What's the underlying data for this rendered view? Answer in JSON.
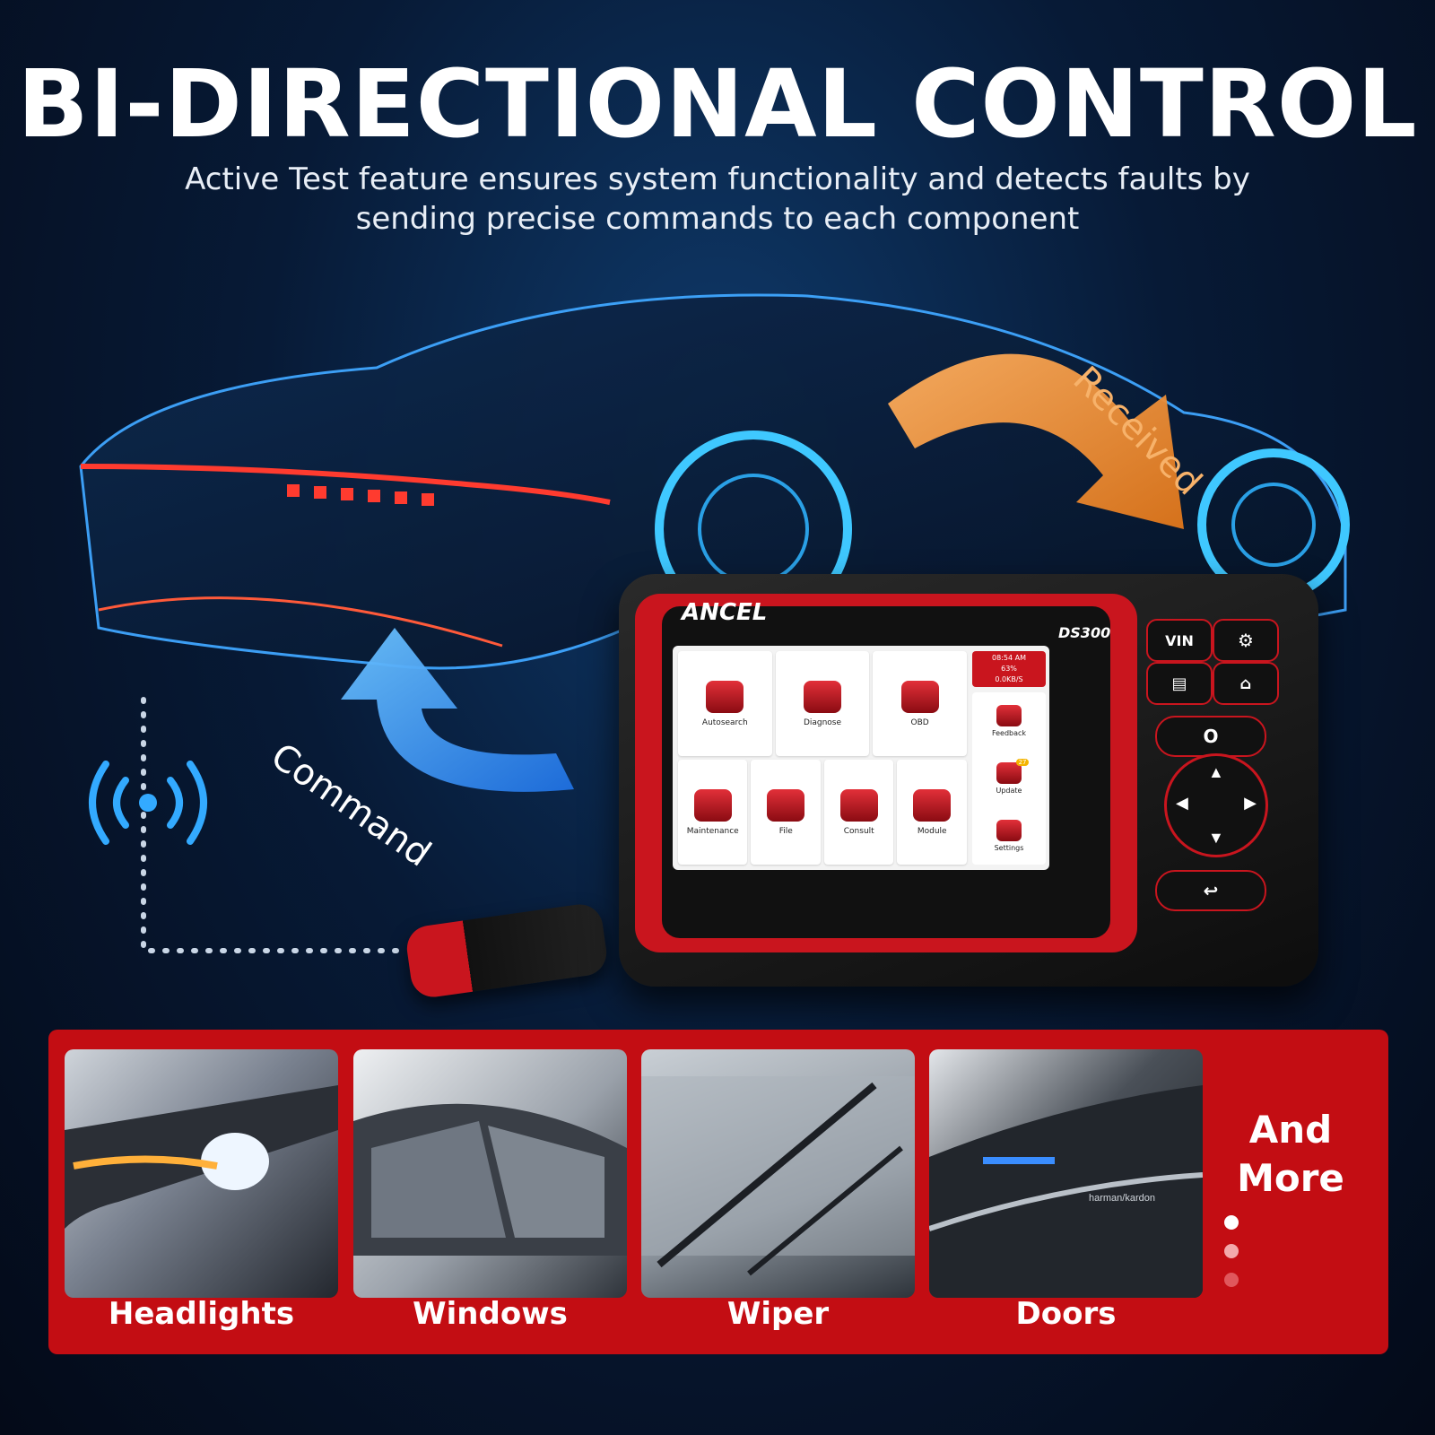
{
  "headline": "BI-DIRECTIONAL CONTROL",
  "subline": "Active Test feature ensures system functionality and detects faults by sending precise commands to each component",
  "arrows": {
    "received": "Received",
    "command": "Command"
  },
  "device": {
    "brand": "ANCEL",
    "model": "DS300",
    "status": {
      "time": "08:54 AM",
      "battery": "63%",
      "speed": "0.0KB/S"
    },
    "apps": [
      "Autosearch",
      "Diagnose",
      "OBD",
      "Maintenance",
      "File",
      "Consult",
      "Module"
    ],
    "side_items": [
      "Feedback",
      "Update",
      "Settings"
    ],
    "update_badge": "27",
    "buttons": {
      "vin": "VIN"
    }
  },
  "features": [
    "Headlights",
    "Windows",
    "Wiper",
    "Doors"
  ],
  "more_label": "And More",
  "speaker_brand": "harman/kardon",
  "colors": {
    "accent_red": "#c30d13",
    "command_blue": "#2e8fff",
    "received_orange": "#f08a2a"
  }
}
